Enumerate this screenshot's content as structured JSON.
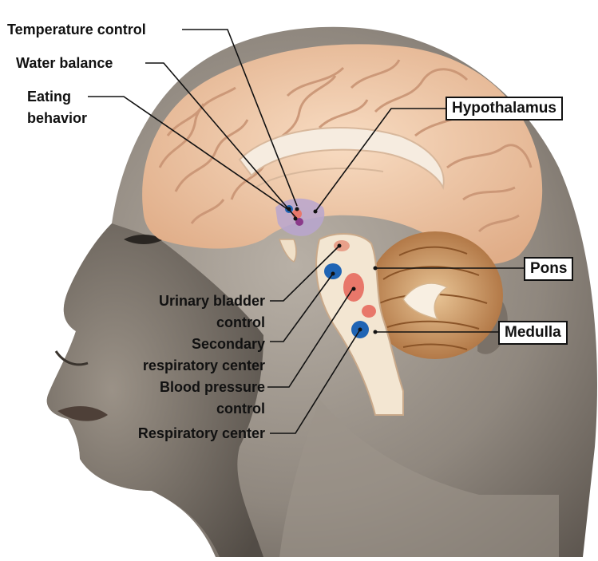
{
  "labels": {
    "temperature_control": "Temperature control",
    "water_balance": "Water balance",
    "eating_behavior_line1": "Eating",
    "eating_behavior_line2": "behavior",
    "urinary_line1": "Urinary bladder",
    "urinary_line2": "control",
    "secondary_line1": "Secondary",
    "secondary_line2": "respiratory center",
    "bp_line1": "Blood pressure",
    "bp_line2": "control",
    "respiratory_center": "Respiratory center"
  },
  "region_boxes": {
    "hypothalamus": "Hypothalamus",
    "pons": "Pons",
    "medulla": "Medulla"
  },
  "colors": {
    "skin": "#8f877e",
    "cerebrum": "#f0c9a8",
    "cerebrum_fold": "#c99474",
    "cerebellum": "#c98a52",
    "brainstem": "#f3e6d2",
    "hypothalamus_region": "#b8a6cf",
    "red_center": "#e8776a",
    "blue_center": "#1f64b4"
  }
}
